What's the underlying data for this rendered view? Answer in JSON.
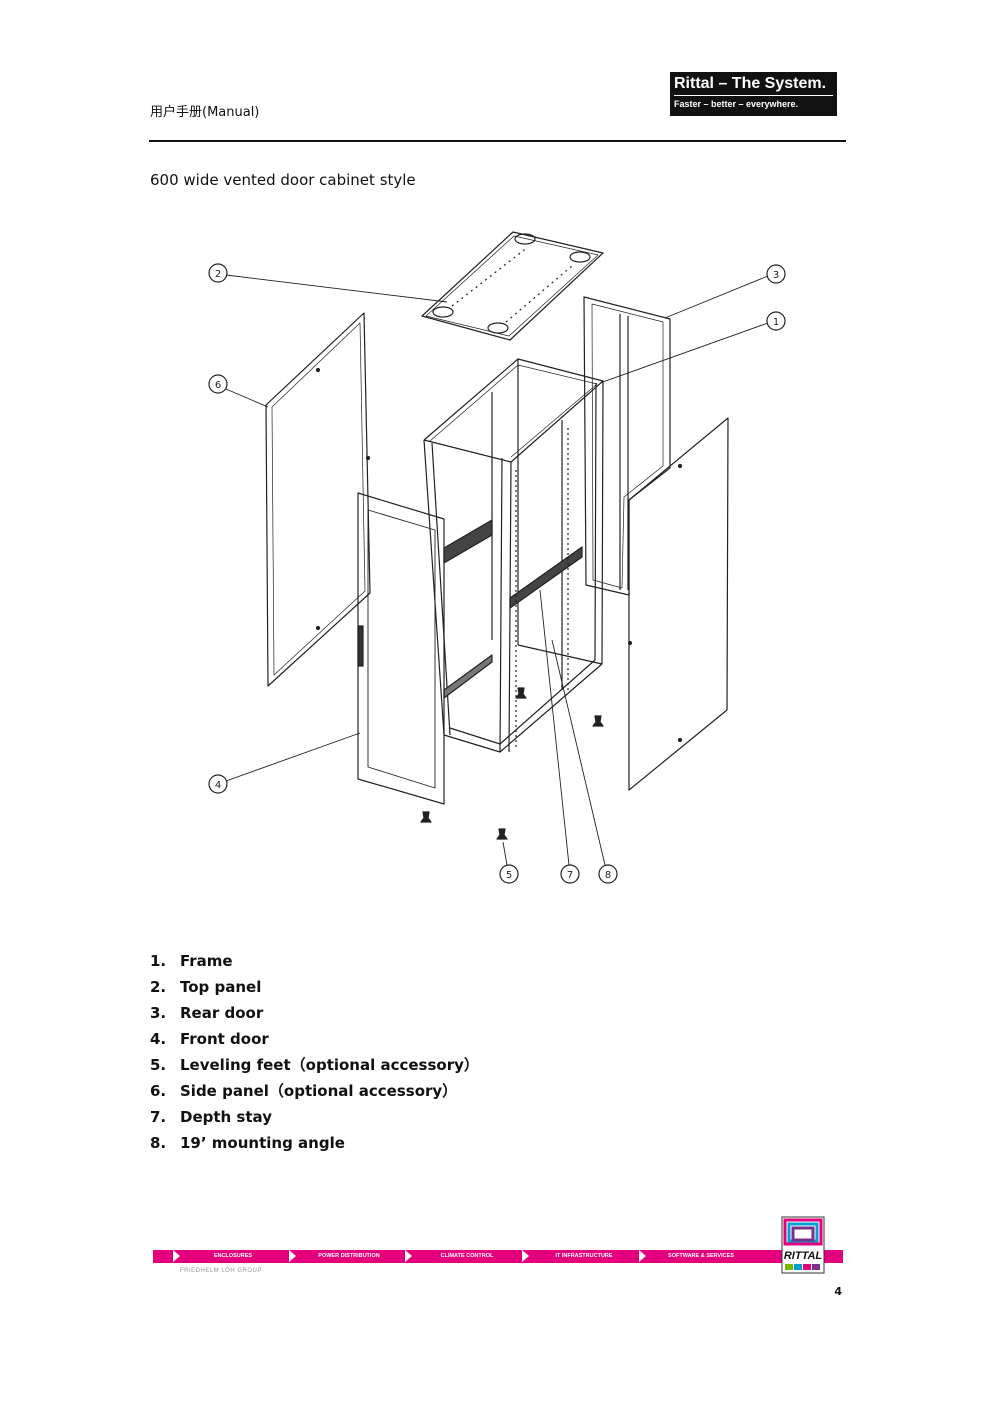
{
  "header": {
    "title": "用户手册(Manual)"
  },
  "logo": {
    "line1": "Rittal – The System.",
    "line2": "Faster – better – everywhere."
  },
  "section_title": "600 wide vented door cabinet style",
  "diagram": {
    "callouts": [
      "1",
      "2",
      "3",
      "4",
      "5",
      "6",
      "7",
      "8"
    ]
  },
  "parts": [
    {
      "num": "1.",
      "label": "Frame"
    },
    {
      "num": "2.",
      "label": "Top panel"
    },
    {
      "num": "3.",
      "label": "Rear door"
    },
    {
      "num": "4.",
      "label": "Front door"
    },
    {
      "num": "5.",
      "label": "Leveling feet（optional accessory）"
    },
    {
      "num": "6.",
      "label": "Side panel（optional accessory）"
    },
    {
      "num": "7.",
      "label": "Depth stay"
    },
    {
      "num": "8.",
      "label": "19’ mounting angle"
    }
  ],
  "footer": {
    "segments": [
      "ENCLOSURES",
      "POWER DISTRIBUTION",
      "CLIMATE CONTROL",
      "IT INFRASTRUCTURE",
      "SOFTWARE & SERVICES"
    ],
    "group": "FRIEDHELM LOH GROUP",
    "brand": "RITTAL",
    "accent_color": "#e4007c"
  },
  "page_number": "4"
}
